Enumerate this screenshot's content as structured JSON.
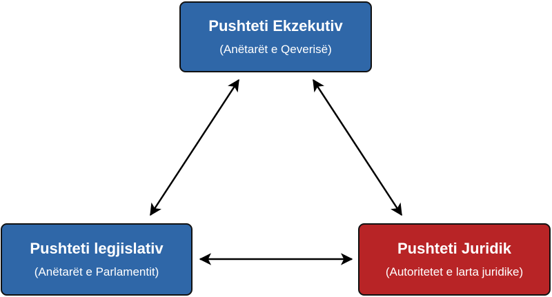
{
  "colors": {
    "blue_box": "#2f67a8",
    "red_box": "#b82426",
    "border": "#111111",
    "arrow": "#000000",
    "text": "#ffffff"
  },
  "nodes": {
    "executive": {
      "title": "Pushteti Ekzekutiv",
      "subtitle": "(Anëtarët e Qeverisë)"
    },
    "legislative": {
      "title": "Pushteti legjislativ",
      "subtitle": "(Anëtarët e Parlamentit)"
    },
    "judicial": {
      "title": "Pushteti Juridik",
      "subtitle": "(Autoritetet e larta juridike)"
    }
  },
  "edges": [
    {
      "from": "executive",
      "to": "legislative",
      "direction": "both"
    },
    {
      "from": "executive",
      "to": "judicial",
      "direction": "both"
    },
    {
      "from": "legislative",
      "to": "judicial",
      "direction": "both"
    }
  ]
}
